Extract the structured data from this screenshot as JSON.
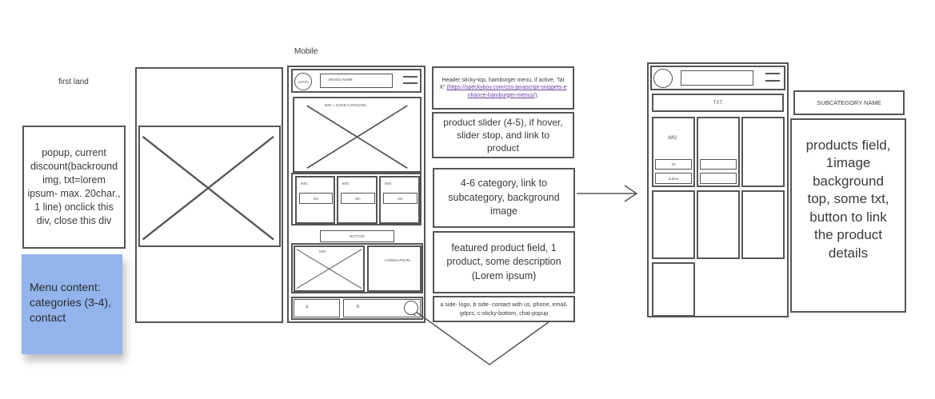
{
  "labels": {
    "mobile": "Mobile",
    "first_land": "first land"
  },
  "popup": {
    "text": "popup, current discount(backround img, txt=lorem ipsum- max. 20char., 1 line) onclick this div, close this div"
  },
  "menu_sticky": {
    "text": "Menu content: categories (3-4), contact",
    "color": "#93b4ec"
  },
  "mobile_mock": {
    "logo": "LOGO",
    "brand": "BRAND NAME",
    "slider_label": "IMG + SLIDE-CAROUSEL",
    "categories": [
      {
        "img": "IMG",
        "btn": "btn"
      },
      {
        "img": "IMG",
        "btn": "btn"
      },
      {
        "img": "IMG",
        "btn": "btn"
      }
    ],
    "featured_btn": "BUTTON",
    "featured_img": "IMG",
    "featured_text": "LOREM IPSUM...",
    "footer_a": "a",
    "footer_b": "b"
  },
  "notes": {
    "header": "Header sticky-top, hamburger menu, if active, \"lat X\"",
    "header_link": "(https://speckyboy.com/css-javascript-snippets-enhance-hamburger-menus/)",
    "header_end": ".",
    "slider": "product slider (4-5), if hover, slider stop, and link to product",
    "category": "4-6 category, link to subcategory, background image",
    "featured": "featured product field, 1 product, some description (Lorem ipsum)",
    "footer": "a side- logo, b side- contact with us, phone, email, gdprs, c-sticky-bottom, chat-popup"
  },
  "subcategory_mock": {
    "txt": "TXT",
    "img": "IMG",
    "btn": "txt",
    "btn2": "button"
  },
  "subcategory_notes": {
    "name": "SUBCATEGORY NAME",
    "products": "products field, 1image background top, some txt, button to link the product details"
  }
}
